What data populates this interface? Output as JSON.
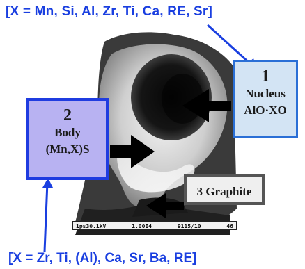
{
  "notes": {
    "top": "[X = Mn, Si, Al, Zr, Ti, Ca, RE, Sr]",
    "bottom": "[X = Zr, Ti, (Al), Ca, Sr, Ba, RE]"
  },
  "boxes": {
    "nucleus": {
      "number": "1",
      "name": "Nucleus",
      "formula": "AlO·XO"
    },
    "body": {
      "number": "2",
      "name": "Body",
      "formula": "(Mn,X)S"
    },
    "graphite": {
      "label": "3 Graphite"
    }
  },
  "scale_bar": {
    "left": "1ps30.1kV",
    "middle": "1.00E4",
    "code": "9115/10",
    "right": "46"
  },
  "colors": {
    "note_blue": "#1a3fe0",
    "nucleus_fill": "#d3e4f4",
    "body_fill": "#b8b2f2",
    "graphite_fill": "#efefef"
  }
}
